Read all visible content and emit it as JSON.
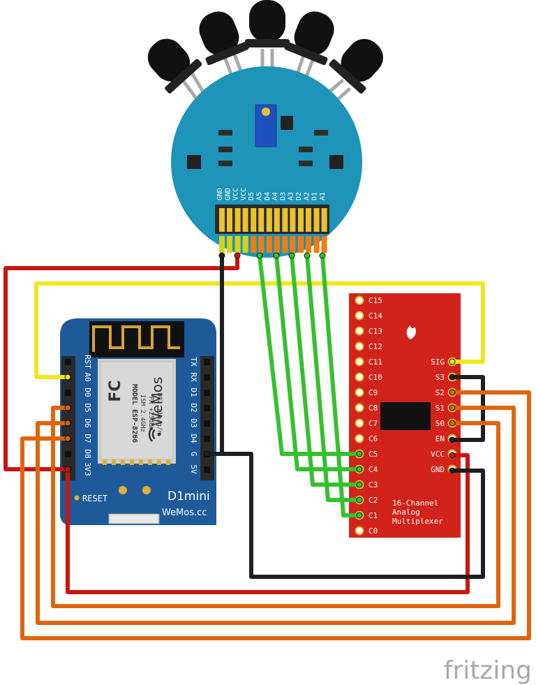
{
  "flame_sensor": {
    "pins": [
      "GND",
      "GND",
      "VCC",
      "VCC",
      "D5",
      "A5",
      "D4",
      "A4",
      "D3",
      "A3",
      "D2",
      "A2",
      "D1",
      "A1"
    ]
  },
  "d1mini": {
    "left_pins": [
      "RST",
      "A0",
      "D0",
      "D5",
      "D6",
      "D7",
      "D8",
      "3V3"
    ],
    "right_pins": [
      "TX",
      "RX",
      "D1",
      "D2",
      "D3",
      "D4",
      "G",
      "5V"
    ],
    "module_text": [
      "MODEL  ESP-8266",
      "ISM 2.4GHz",
      "PA +25dBm",
      "802.11b/g/n"
    ],
    "fc_logo": "FC",
    "shield_logo": "WeMos",
    "reset_label": "RESET",
    "board_name": "D1mini",
    "board_brand": "WeMos.cc"
  },
  "mux": {
    "left_pins": [
      "C15",
      "C14",
      "C13",
      "C12",
      "C11",
      "C10",
      "C9",
      "C8",
      "C7",
      "C6",
      "C5",
      "C4",
      "C3",
      "C2",
      "C1",
      "C0"
    ],
    "right_pins": [
      "SIG",
      "S3",
      "S2",
      "S1",
      "S0",
      "EN",
      "VCC",
      "GND"
    ],
    "title_lines": [
      "16-Channel",
      "Analog",
      "Multiplexer"
    ]
  },
  "brand": "fritzing",
  "colors": {
    "red_wire": "#c8160e",
    "black_wire": "#1f1f1f",
    "yellow_wire": "#f2e61e",
    "green_wire": "#35c02d",
    "orange_wire": "#e0640e",
    "sensor_board": "#1d94b8",
    "d1_board": "#1e5a99",
    "mux_board": "#d2231a"
  }
}
